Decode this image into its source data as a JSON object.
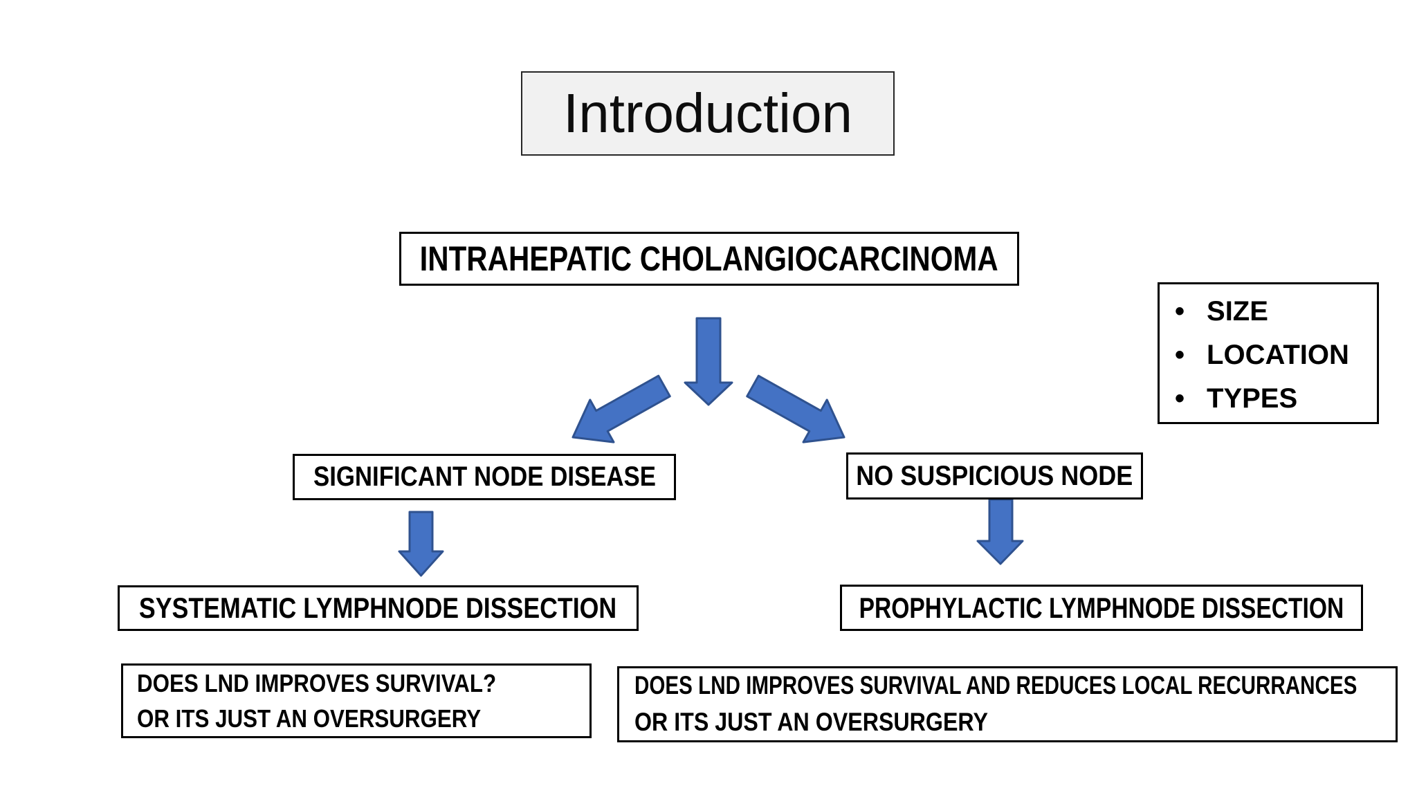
{
  "slide": {
    "title": "Introduction",
    "root": {
      "label": "INTRAHEPATIC CHOLANGIOCARCINOMA"
    },
    "factors": {
      "items": [
        "SIZE",
        "LOCATION",
        "TYPES"
      ]
    },
    "left_branch": {
      "condition": "SIGNIFICANT NODE DISEASE",
      "action": "SYSTEMATIC LYMPHNODE DISSECTION",
      "question": {
        "line1": "DOES LND IMPROVES SURVIVAL?",
        "line2": "OR ITS JUST AN OVERSURGERY"
      }
    },
    "right_branch": {
      "condition": "NO SUSPICIOUS NODE",
      "action": "PROPHYLACTIC LYMPHNODE DISSECTION",
      "question": {
        "line1": "DOES LND IMPROVES SURVIVAL AND REDUCES LOCAL RECURRANCES",
        "line2": "OR ITS JUST AN OVERSURGERY"
      }
    },
    "colors": {
      "arrow_fill": "#4472C4",
      "arrow_stroke": "#2F528F",
      "title_bg": "#F1F1F1",
      "box_border": "#000000"
    }
  }
}
